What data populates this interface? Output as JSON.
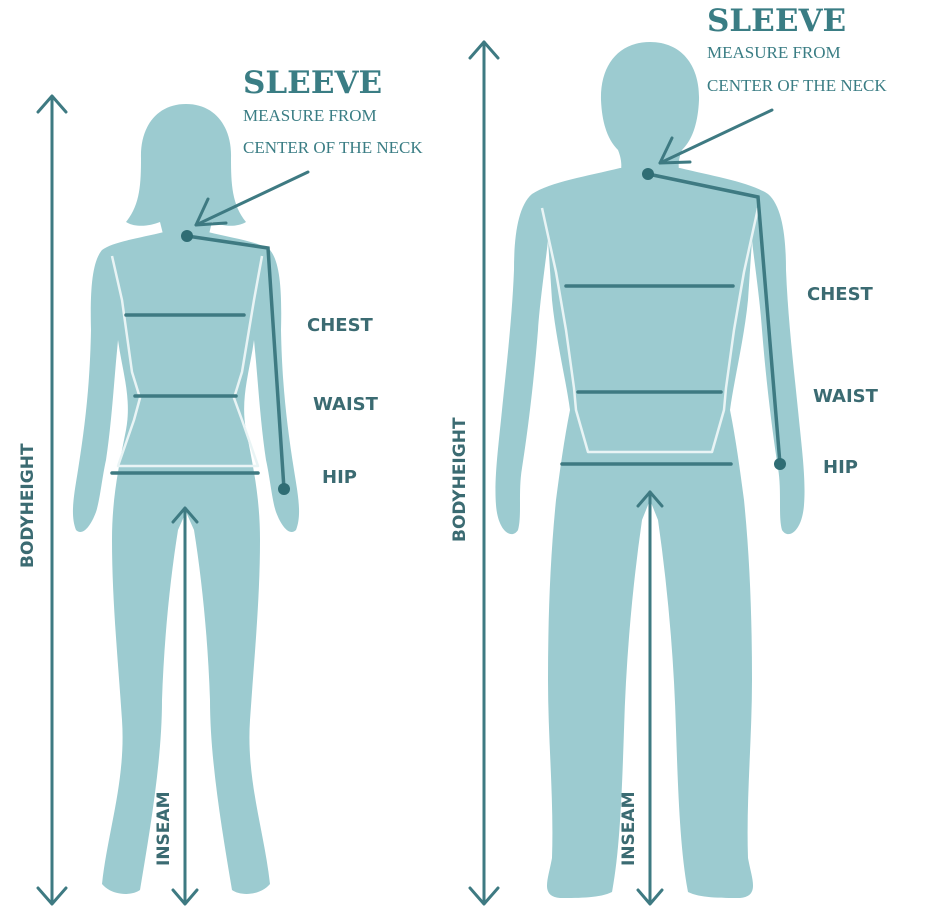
{
  "female": {
    "sleeve_title": "SLEEVE",
    "sleeve_line1": "MEASURE FROM",
    "sleeve_line2": "CENTER OF THE NECK",
    "chest": "CHEST",
    "waist": "WAIST",
    "hip": "HIP",
    "bodyheight": "BODYHEIGHT",
    "inseam": "INSEAM"
  },
  "male": {
    "sleeve_title": "SLEEVE",
    "sleeve_line1": "MEASURE FROM",
    "sleeve_line2": "CENTER OF THE NECK",
    "chest": "CHEST",
    "waist": "WAIST",
    "hip": "HIP",
    "bodyheight": "BODYHEIGHT",
    "inseam": "INSEAM"
  },
  "colors": {
    "silhouette": "#9ccbd0",
    "accent": "#3e7a82",
    "text": "#3b6b72"
  }
}
